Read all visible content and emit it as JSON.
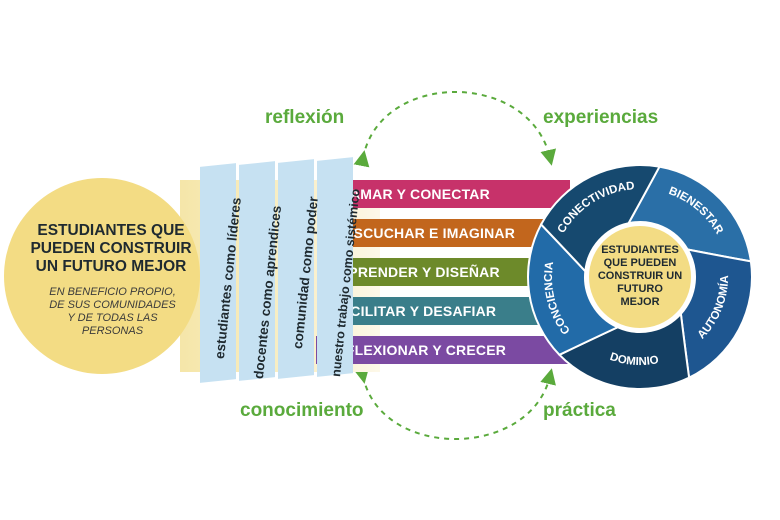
{
  "cycle": {
    "top_left": "reflexión",
    "top_right": "experiencias",
    "bottom_left": "conocimiento",
    "bottom_right": "práctica"
  },
  "outcome": {
    "title_lines": [
      "ESTUDIANTES QUE",
      "PUEDEN CONSTRUIR",
      "UN FUTURO MEJOR"
    ],
    "subtitle_lines": [
      "EN BENEFICIO PROPIO,",
      "DE SUS COMUNIDADES",
      "Y DE TODAS LAS",
      "PERSONAS"
    ]
  },
  "roles": [
    {
      "label": "estudiantes como líderes"
    },
    {
      "label": "docentes como aprendices"
    },
    {
      "label": "comunidad como poder"
    },
    {
      "label": "nuestro trabajo como sistémico"
    }
  ],
  "practices": [
    {
      "label": "AMAR Y CONECTAR",
      "color": "#c7326a"
    },
    {
      "label": "ESCUCHAR E IMAGINAR",
      "color": "#c2661d"
    },
    {
      "label": "APRENDER Y DISEÑAR",
      "color": "#6d8a2a"
    },
    {
      "label": "FACILITAR Y DESAFIAR",
      "color": "#3a7e8a"
    },
    {
      "label": "REFLEXIONAR Y CRECER",
      "color": "#7b4aa2"
    }
  ],
  "ring": {
    "segments": [
      {
        "label": "BIENESTAR",
        "color": "#2a6fa7"
      },
      {
        "label": "AUTONOMÍA",
        "color": "#1e5690"
      },
      {
        "label": "DOMINIO",
        "color": "#143f63"
      },
      {
        "label": "CONCIENCIA",
        "color": "#226ba8"
      },
      {
        "label": "CONECTIVIDAD",
        "color": "#16496f"
      }
    ],
    "center_lines": [
      "ESTUDIANTES",
      "QUE PUEDEN",
      "CONSTRUIR UN",
      "FUTURO",
      "MEJOR"
    ]
  },
  "colors": {
    "green_accent": "#5aaa3c",
    "yellow": "#f3dc84",
    "light_blue": "#c6e1f2"
  }
}
